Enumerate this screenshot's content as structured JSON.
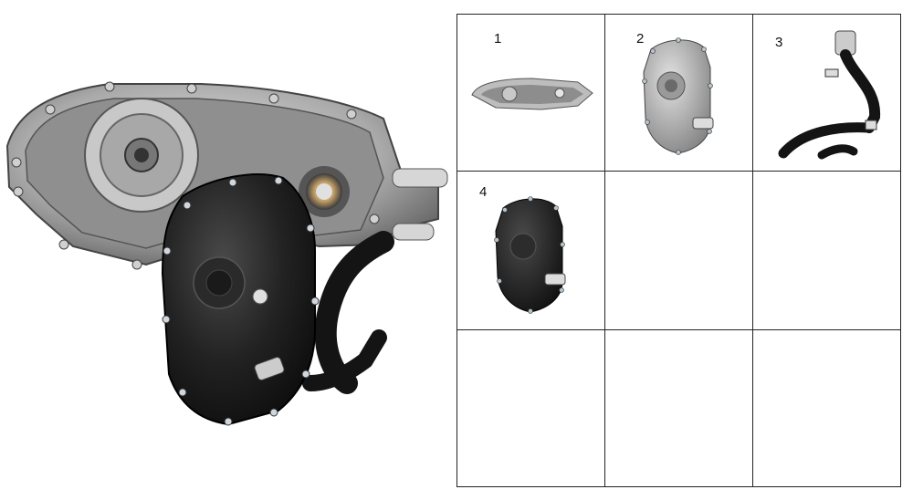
{
  "steps": [
    {
      "number": "1",
      "part": "transmission-case"
    },
    {
      "number": "2",
      "part": "inner-cover-assembly"
    },
    {
      "number": "3",
      "part": "coolant-hoses"
    },
    {
      "number": "4",
      "part": "complete-cover-assembly"
    }
  ],
  "colors": {
    "aluminum": "#b8b8b8",
    "aluminum_dark": "#6e6e6e",
    "black_cover": "#1c1c1c",
    "hose": "#151515",
    "bolt": "#d8d8d8",
    "grid_line": "#222222"
  }
}
